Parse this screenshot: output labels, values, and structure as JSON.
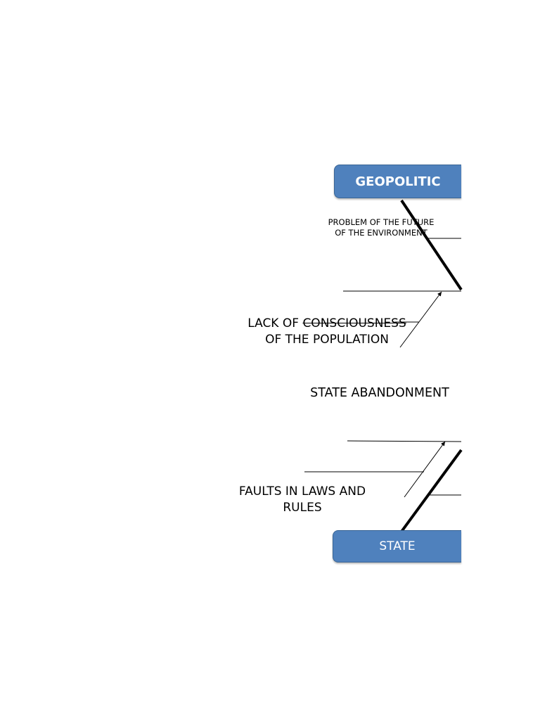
{
  "diagram": {
    "categories": {
      "geopolitic": "GEOPOLITIC",
      "state": "STATE"
    },
    "causes": {
      "environment": {
        "line1": "PROBLEM OF THE FUTURE",
        "line2": "OF THE ENVIRONMENT"
      },
      "consciousness": {
        "prefix": "LACK OF ",
        "struck": "CONSCIOUSNESS",
        "line2": "OF THE POPULATION"
      },
      "abandonment": "STATE ABANDONMENT",
      "faults": "FAULTS IN LAWS AND RULES"
    },
    "colors": {
      "box_fill": "#4f81bd",
      "box_text": "#ffffff",
      "line": "#000000"
    }
  }
}
